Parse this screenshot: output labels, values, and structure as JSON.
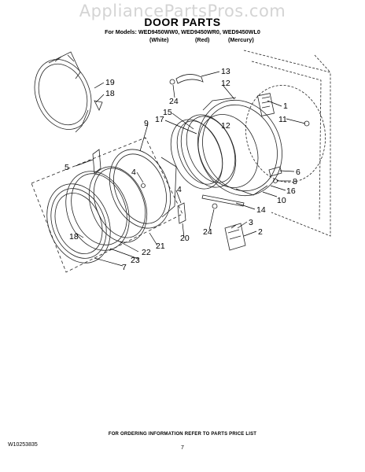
{
  "watermark": "AppliancePartsPros.com",
  "title": "DOOR PARTS",
  "models_line": "For Models: WED9450WW0, WED9450WR0, WED9450WL0",
  "colors": [
    "(White)",
    "(Red)",
    "(Mercury)"
  ],
  "footer_note": "FOR ORDERING INFORMATION REFER TO PARTS PRICE LIST",
  "doc_number": "W10253835",
  "page_number": "7",
  "callouts": [
    "19",
    "18",
    "13",
    "12",
    "24",
    "1",
    "15",
    "17",
    "9",
    "12",
    "11",
    "5",
    "4",
    "4",
    "6",
    "8",
    "16",
    "10",
    "14",
    "3",
    "2",
    "24",
    "20",
    "21",
    "18",
    "22",
    "23",
    "7"
  ]
}
